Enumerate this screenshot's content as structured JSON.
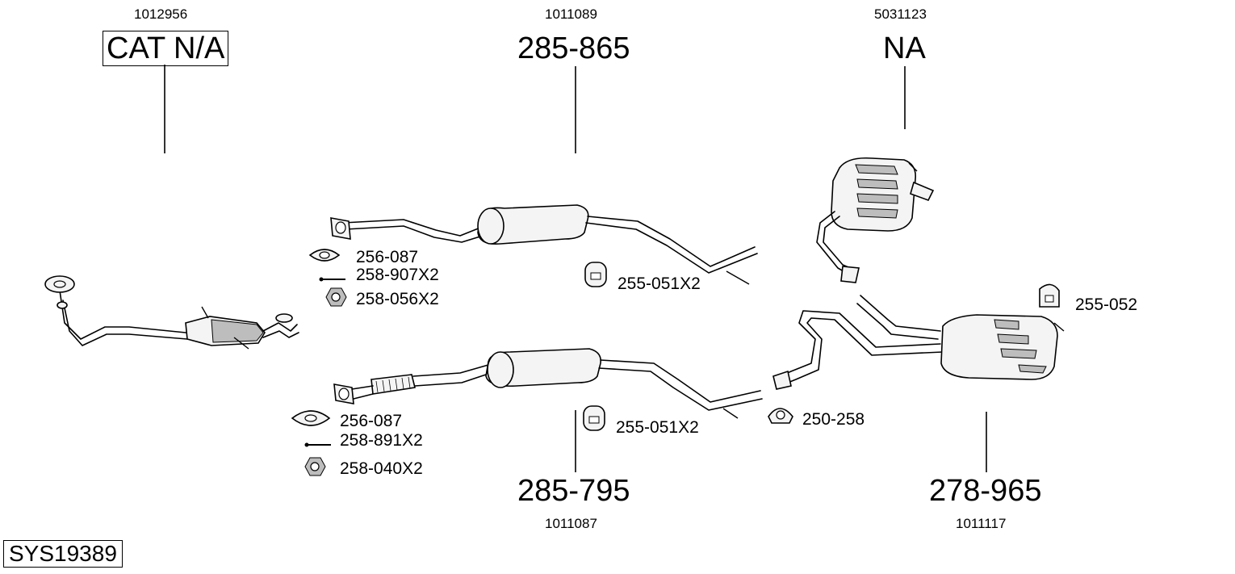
{
  "system_code": "SYS19389",
  "parts": [
    {
      "ref": "1012956",
      "part_no": "CAT N/A"
    },
    {
      "ref": "1011089",
      "part_no": "285-865"
    },
    {
      "ref": "5031123",
      "part_no": "NA"
    },
    {
      "ref": "1011087",
      "part_no": "285-795"
    },
    {
      "ref": "1011117",
      "part_no": "278-965"
    }
  ],
  "hardware": {
    "upper_front": [
      "256-087",
      "258-907X2",
      "258-056X2"
    ],
    "upper_mid": "255-051X2",
    "lower_front": [
      "256-087",
      "258-891X2",
      "258-040X2"
    ],
    "lower_mid": "255-051X2",
    "clamp": "250-258",
    "rear_hanger": "255-052"
  }
}
